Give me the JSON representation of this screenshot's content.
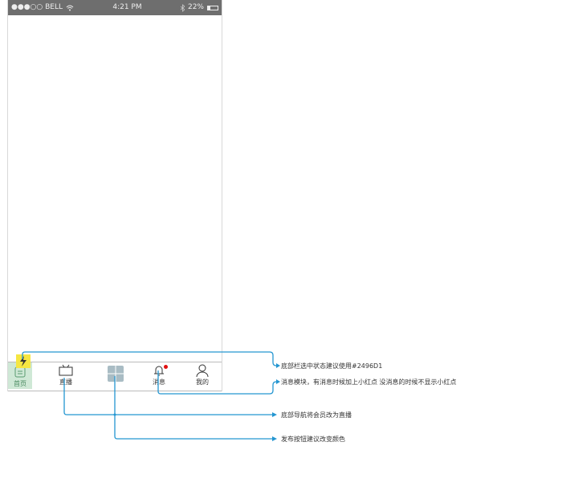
{
  "status_bar": {
    "carrier": "●●●○○ BELL",
    "time": "4:21 PM",
    "battery": "22%"
  },
  "tabs": [
    {
      "label": "首页",
      "icon": "home-list-icon",
      "selected": true
    },
    {
      "label": "直播",
      "icon": "tv-icon"
    },
    {
      "label": "",
      "icon": "publish-grid-icon"
    },
    {
      "label": "消息",
      "icon": "bell-icon",
      "badge": true
    },
    {
      "label": "我的",
      "icon": "person-icon"
    }
  ],
  "annotations": [
    "底部栏选中状态建议使用#2496D1",
    "消息模块，有消息时候加上小红点 没消息的时候不显示小红点",
    "底部导航将会员改为直播",
    "发布按钮建议改变颜色"
  ],
  "colors": {
    "accent": "#2496D1",
    "selected_bg": "#cfe8d6",
    "badge": "#e01010",
    "publish": "#a9bcc4",
    "sticky": "#f5e642"
  }
}
